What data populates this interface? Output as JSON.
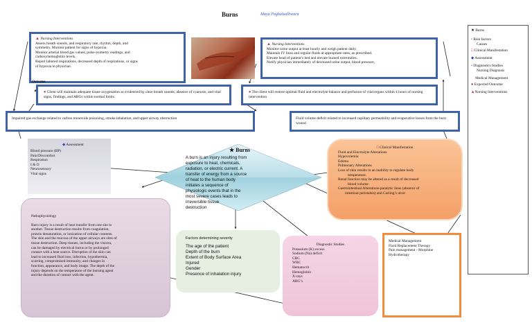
{
  "header": {
    "title": "Burns",
    "author": "Maya Pagbalualhwara"
  },
  "nursing_left": {
    "heading": "Nursing Interventions",
    "lines": [
      "Assess breath sounds, and respiratory rate, rhythm, depth, and",
      "symmetry. Monitor patient for signs of hypoxia.",
      "Monitor arterial blood gas values, pulse oximetry readings, and",
      "carboxyhemoglobin levels.",
      "Report labored respirations, decreased depth of respirations, or signs",
      "of hypoxia to physician."
    ]
  },
  "nursing_right": {
    "heading": "Nursing Interventions",
    "lines": [
      "Monitor urine output at least hourly and weigh patient daily.",
      "Maintain IV lines and regular fluids at appropriate rates, as prescribed.",
      "Elevate head of patient’s bed and elevate burned extremities.",
      "Notify physician immediately of decreased urine output, blood pressure,"
    ]
  },
  "outcome_left": {
    "label": "Outcome",
    "text": "Client will maintain adequate tissue oxygenation as evidenced by clear breath sounds; absence of cyanosis; and vital signs, findings, and ABGs within normal limits."
  },
  "outcome_right": {
    "text": "The client will restore optimal fluid and electrolyte balance and perfusion of vital organs within 4 hours of nursing intervention"
  },
  "diagnosis_left": {
    "text": "Impaired gas exchange related to carbon monoxide poisoning, smoke inhalation, and upper airway obstruction"
  },
  "diagnosis_right": {
    "text": "Fluid volume deficit related to increased capillary permeability and evaporative losses from the burn wound"
  },
  "assessment": {
    "title": "Assessment",
    "items": [
      "Blood pressure (BP)",
      "Pain/Discomfort",
      "Respiration",
      "I & O",
      "Neurosensory",
      "Vital signs"
    ]
  },
  "center": {
    "title": "Burns",
    "lines": [
      "A burn is an injury resulting from",
      "exposure to heat, chemicals,",
      "radiation, or electric current. A",
      "transfer of energy from a source",
      "of heat to the human body",
      "initiates a sequence of",
      "physiologic events that in the",
      "most severe cases leads to",
      "irreversible tissue",
      "destruction"
    ]
  },
  "clinical": {
    "title": "Clinical Manifestation",
    "lines": [
      "Fluid and Electrolyte Alterations",
      "Hypovolemia",
      "Edema",
      "Pulmonary Alterations",
      "Loss of skin results in an inability to regulate body",
      "temperature.",
      "Renal function may be altered as a result of decreased",
      "blood volume",
      "Gastrointestinal Alterations-paralytic ileus (absence of",
      "intestinal peristalsis) and Curling’s ulcer"
    ]
  },
  "patho": {
    "title": "Pathophysiology",
    "lines": [
      "Burn injury is a result of heat transfer from one site to",
      "another. Tissue destruction results from coagulation,",
      "protein denaturation, or ionization of cellular contents.",
      "The skin and the mucosa of the upper airways are sites of",
      "tissue destruction. Deep tissues, including the viscera,",
      "can be damaged by electrical burns or by prolonged",
      "contact with a heat source. Disruption of the skin can",
      "lead to increased fluid loss, infection, hypothermia,",
      "scarring, compromised immunity, and changes in",
      "function, appearance, and body image. The depth of the",
      "injury depends on the temperature of the burning agent",
      "and the duration of contact with the agent."
    ]
  },
  "factors": {
    "title": "Factors determining severity",
    "items": [
      "The age of the patient",
      "Depth of the burn",
      "Extent of Body Surface Area",
      "Injured",
      "Gender",
      "Presence of inhalation injury"
    ]
  },
  "diagnostics": {
    "title": "Diagnostic Studies",
    "items": [
      "Potassium (K) excess",
      "Sodium (Na) deficit",
      "CBC",
      "WBC",
      "Hematocrit",
      "Hemoglobin",
      "X-rays",
      "ABG’s"
    ]
  },
  "medical": {
    "title": "Medical Management",
    "items": [
      "Fluid Replacement Therapy",
      "Pain management - Morphine",
      "Hydrotherapy"
    ]
  },
  "legend": {
    "items": [
      {
        "symbol": "★",
        "label": "Burns"
      },
      {
        "symbol": "•",
        "label": "Risk factors"
      },
      {
        "symbol": "",
        "label": "Causes"
      },
      {
        "symbol": "□",
        "label": "Clinical Manifestation"
      },
      {
        "symbol": "◆",
        "label": "Assessment"
      },
      {
        "symbol": "•",
        "label": "Diagnostics Studies"
      },
      {
        "symbol": "",
        "label": "Nursing Diagnosis"
      },
      {
        "symbol": "",
        "label": "Medical Management"
      },
      {
        "symbol": "●",
        "label": "Expected Outcome"
      },
      {
        "symbol": "▲",
        "label": "Nursing Interventions"
      }
    ]
  },
  "colors": {
    "blue_border": "#3f63a6",
    "diamond_top": "#d6f1f7",
    "diamond_mid": "#7fbfd0",
    "orange": "#f6a56a",
    "orange_border": "#e57a2b",
    "lavender": "#dfd0df",
    "pink": "#f0cde2",
    "green": "#e7f0e3"
  }
}
